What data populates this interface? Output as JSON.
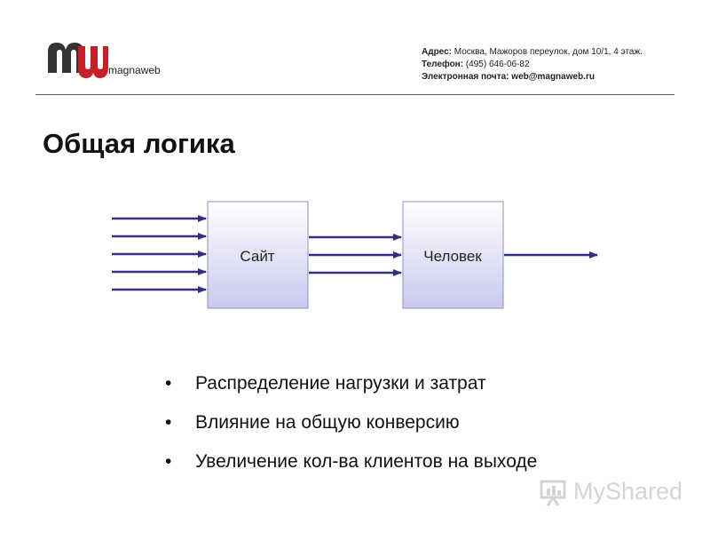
{
  "header": {
    "logo_text_bold": "magna",
    "logo_text_rest": "web",
    "contacts": [
      {
        "label": "Адрес:",
        "value": "Москва, Мажоров переулок, дом 10/1, 4 этаж."
      },
      {
        "label": "Телефон:",
        "value": "(495) 646-06-82"
      },
      {
        "label": "Электронная почта:",
        "value": "web@magnaweb.ru"
      }
    ]
  },
  "slide": {
    "title": "Общая логика"
  },
  "diagram": {
    "nodes": [
      {
        "id": "site",
        "label": "Сайт"
      },
      {
        "id": "person",
        "label": "Человек"
      }
    ],
    "edges": {
      "inputs_to_site": 5,
      "site_to_person": 3,
      "person_out": 1
    },
    "colors": {
      "arrow": "#2f2f86",
      "box_top": "#ffffff",
      "box_bottom": "#c9c9ef",
      "box_border": "#8f8fc4"
    }
  },
  "bullets": [
    "Распределение нагрузки и затрат",
    "Влияние на общую конверсию",
    "Увеличение кол-ва клиентов на выходе"
  ],
  "watermark": {
    "text": "MyShared",
    "icon": "presentation-board-icon"
  },
  "logo": {
    "colors": {
      "m": "#333333",
      "w": "#c8202a"
    }
  }
}
